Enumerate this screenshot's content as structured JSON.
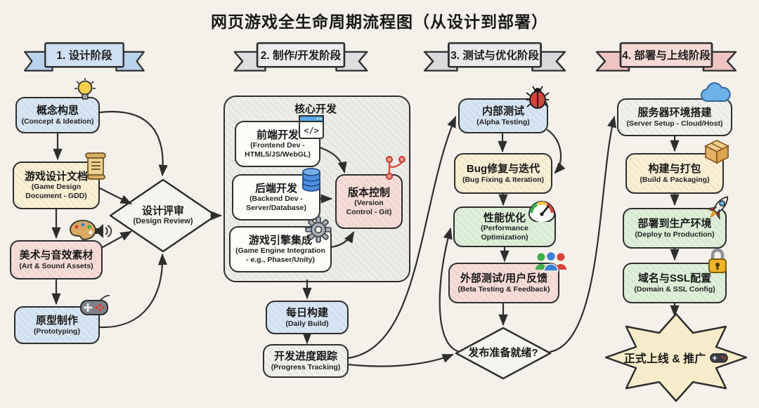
{
  "title": "网页游戏全生命周期流程图（从设计到部署）",
  "phases": [
    {
      "label": "1. 设计阶段",
      "color": "#cfe0f4"
    },
    {
      "label": "2. 制作/开发阶段",
      "color": "#eceded"
    },
    {
      "label": "3. 测试与优化阶段",
      "color": "#e9eaeb"
    },
    {
      "label": "4. 部署与上线阶段",
      "color": "#f7d9d6"
    }
  ],
  "nodes": {
    "concept": {
      "title": "概念构思",
      "subtitle": "(Concept & Ideation)",
      "icon": "lightbulb-icon",
      "color": "#d7e6f4"
    },
    "gdd": {
      "title": "游戏设计文档",
      "subtitle": "(Game Design Document - GDD)",
      "icon": "scroll-icon",
      "color": "#faf0d4"
    },
    "art": {
      "title": "美术与音效素材",
      "subtitle": "(Art & Sound Assets)",
      "icon": "palette-icon speaker-icon",
      "color": "#f8dcd8"
    },
    "prototype": {
      "title": "原型制作",
      "subtitle": "(Prototyping)",
      "icon": "gamepad-icon",
      "color": "#d7e6f4"
    },
    "design_review": {
      "title": "设计评审",
      "subtitle": "(Design Review)",
      "color": "#f5f4ef"
    },
    "core_dev": {
      "title": "核心开发",
      "color": "#ededE8"
    },
    "frontend": {
      "title": "前端开发",
      "subtitle": "(Frontend Dev - HTML5/JS/WebGL)",
      "icon": "code-window-icon",
      "color": "#fcfcf8"
    },
    "backend": {
      "title": "后端开发",
      "subtitle": "(Backend Dev - Server/Database)",
      "icon": "database-icon",
      "color": "#fcfcf8"
    },
    "vcs": {
      "title": "版本控制",
      "subtitle": "(Version Control - Git)",
      "icon": "git-branch-icon",
      "color": "#f8dcd8"
    },
    "engine": {
      "title": "游戏引擎集成",
      "subtitle": "(Game Engine Integration - e.g., Phaser/Unity)",
      "icon": "gear-icon",
      "color": "#fcfcf8"
    },
    "daily_build": {
      "title": "每日构建",
      "subtitle": "(Daily Build)",
      "color": "#d7e6f4"
    },
    "progress": {
      "title": "开发进度跟踪",
      "subtitle": "(Progress Tracking)",
      "color": "#f0f0ec"
    },
    "alpha": {
      "title": "内部测试",
      "subtitle": "(Alpha Testing)",
      "icon": "bug-icon",
      "color": "#d7e6f4"
    },
    "bugfix": {
      "title": "Bug修复与迭代",
      "subtitle": "(Bug Fixing & Iteration)",
      "color": "#faf0d4"
    },
    "perf": {
      "title": "性能优化",
      "subtitle": "(Performance Optimization)",
      "icon": "gauge-icon",
      "color": "#def0d8"
    },
    "beta": {
      "title": "外部测试/用户反馈",
      "subtitle": "(Beta Testing & Feedback)",
      "icon": "users-icon",
      "color": "#f8dcd8"
    },
    "release_ready": {
      "title": "发布准备就绪?",
      "color": "#f5f4ef"
    },
    "server": {
      "title": "服务器环境搭建",
      "subtitle": "(Server Setup - Cloud/Host)",
      "icon": "cloud-icon",
      "color": "#f0f0ec"
    },
    "build_pkg": {
      "title": "构建与打包",
      "subtitle": "(Build & Packaging)",
      "icon": "package-icon",
      "color": "#faf0d4"
    },
    "deploy": {
      "title": "部署到生产环境",
      "subtitle": "(Deploy to Production)",
      "icon": "rocket-icon",
      "color": "#def0d8"
    },
    "ssl": {
      "title": "域名与SSL配置",
      "subtitle": "(Domain & SSL Config)",
      "icon": "lock-icon",
      "color": "#def0d8"
    },
    "launch": {
      "title": "正式上线 & 推广",
      "icon": "gamepad-icon",
      "color": "#f7ecc9"
    }
  },
  "style_colors": {
    "background": "#f4f1ea",
    "stroke": "#2e2e2e"
  }
}
